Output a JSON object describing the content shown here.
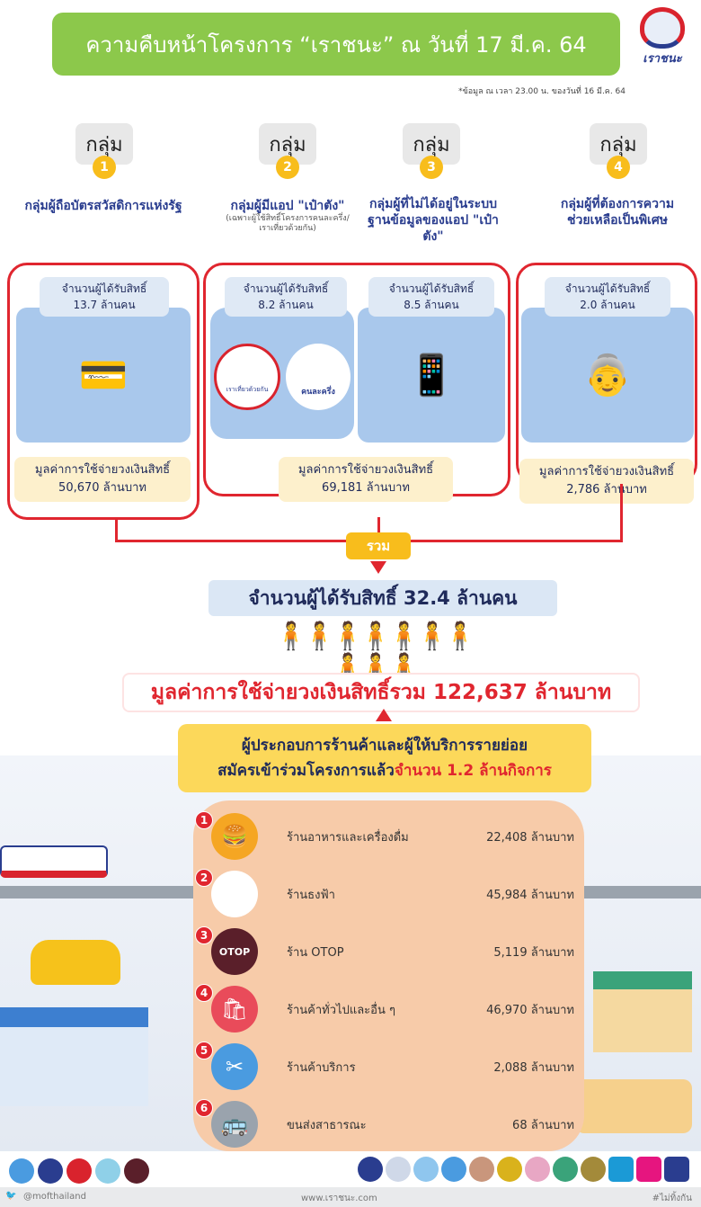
{
  "header": {
    "title": "ความคืบหน้าโครงการ “เราชนะ” ณ วันที่ 17 มี.ค. 64",
    "logo_text": "เราชนะ",
    "note": "*ข้อมูล ณ เวลา 23.00 น. ของวันที่ 16 มี.ค. 64"
  },
  "groups": [
    {
      "word": "กลุ่ม",
      "number": "1",
      "label": "กลุ่มผู้ถือบัตรสวัสดิการแห่งรัฐ",
      "sub": ""
    },
    {
      "word": "กลุ่ม",
      "number": "2",
      "label": "กลุ่มผู้มีแอป \"เป๋าตัง\"",
      "sub": "(เฉพาะผู้ใช้สิทธิ์โครงการคนละครึ่ง/เราเที่ยวด้วยกัน)"
    },
    {
      "word": "กลุ่ม",
      "number": "3",
      "label": "กลุ่มผู้ที่ไม่ได้อยู่ในระบบฐานข้อมูลของแอป \"เป๋าตัง\"",
      "sub": ""
    },
    {
      "word": "กลุ่ม",
      "number": "4",
      "label": "กลุ่มผู้ที่ต้องการความช่วยเหลือเป็นพิเศษ",
      "sub": ""
    }
  ],
  "counts": [
    {
      "label": "จำนวนผู้ได้รับสิทธิ์",
      "value": "13.7 ล้านคน"
    },
    {
      "label": "จำนวนผู้ได้รับสิทธิ์",
      "value": "8.2 ล้านคน"
    },
    {
      "label": "จำนวนผู้ได้รับสิทธิ์",
      "value": "8.5 ล้านคน"
    },
    {
      "label": "จำนวนผู้ได้รับสิทธิ์",
      "value": "2.0 ล้านคน"
    }
  ],
  "spending": [
    {
      "label": "มูลค่าการใช้จ่ายวงเงินสิทธิ์",
      "value": "50,670 ล้านบาท"
    },
    {
      "label": "มูลค่าการใช้จ่ายวงเงินสิทธิ์",
      "value": "69,181 ล้านบาท"
    },
    {
      "label": "มูลค่าการใช้จ่ายวงเงินสิทธิ์",
      "value": "2,786 ล้านบาท"
    }
  ],
  "group2_logos": {
    "left": "เราเที่ยวด้วยกัน",
    "right": "คนละครึ่ง"
  },
  "summary": {
    "sum_label": "รวม",
    "total_recipients": "จำนวนผู้ได้รับสิทธิ์ 32.4 ล้านคน",
    "total_value": "มูลค่าการใช้จ่ายวงเงินสิทธิ์รวม 122,637 ล้านบาท",
    "merchants_line1": "ผู้ประกอบการร้านค้าและผู้ให้บริการรายย่อย",
    "merchants_line2a": "สมัครเข้าร่วมโครงการแล้ว",
    "merchants_line2b": "จำนวน 1.2 ล้านกิจการ"
  },
  "shops": [
    {
      "n": "1",
      "name": "ร้านอาหารและเครื่องดื่ม",
      "amount": "22,408 ล้านบาท",
      "icon": "burger-icon",
      "color": "#f5a623"
    },
    {
      "n": "2",
      "name": "ร้านธงฟ้า",
      "amount": "45,984 ล้านบาท",
      "icon": "blue-flag-icon",
      "color": "#ffffff"
    },
    {
      "n": "3",
      "name": "ร้าน OTOP",
      "amount": "5,119 ล้านบาท",
      "icon": "otop-icon",
      "color": "#5a1f2a",
      "icon_text": "OTOP"
    },
    {
      "n": "4",
      "name": "ร้านค้าทั่วไปและอื่น ๆ",
      "amount": "46,970 ล้านบาท",
      "icon": "shopping-bag-icon",
      "color": "#e94b5a"
    },
    {
      "n": "5",
      "name": "ร้านค้าบริการ",
      "amount": "2,088 ล้านบาท",
      "icon": "scissors-icon",
      "color": "#4a9be0"
    },
    {
      "n": "6",
      "name": "ขนส่งสาธารณะ",
      "amount": "68 ล้านบาท",
      "icon": "bus-icon",
      "color": "#9aa3ad"
    }
  ],
  "footer": {
    "twitter": "@mofthailand",
    "website": "www.เราชนะ.com",
    "hashtag": "#ไม่ทิ้งกัน"
  },
  "colors": {
    "green": "#8cc84b",
    "red": "#e0262f",
    "yellow": "#f8bd1c",
    "navy": "#2a3d8f",
    "peach": "#f7cba9"
  }
}
